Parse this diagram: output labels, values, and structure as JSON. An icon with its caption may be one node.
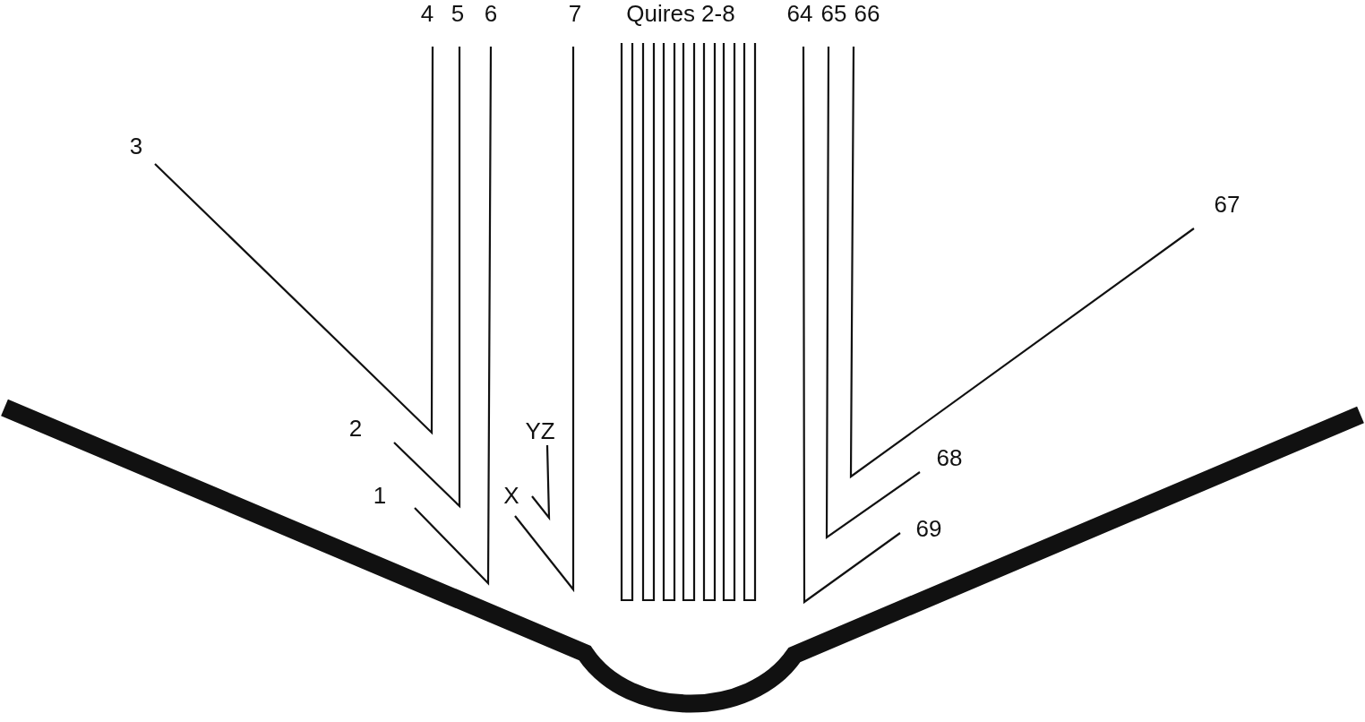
{
  "diagram": {
    "labels": [
      "4",
      "5",
      "6",
      "7",
      "Quires 2-8",
      "64",
      "65",
      "66",
      "3",
      "67",
      "2",
      "YZ",
      "68",
      "1",
      "X",
      "69"
    ]
  }
}
